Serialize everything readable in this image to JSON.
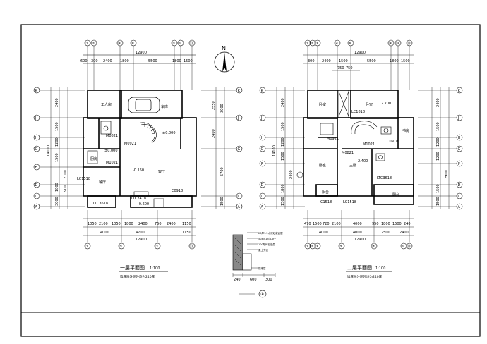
{
  "drawing": {
    "north_label": "N",
    "plan1": {
      "title": "一层平面图",
      "scale": "1:100",
      "note": "墙厚除注明外均为240厚",
      "top_total": "12900",
      "top_dims": [
        "600",
        "300",
        "2400",
        "1800",
        "5500",
        "1800",
        "1500"
      ],
      "top_axes": [
        "①",
        "②",
        "④",
        "⑥",
        "⑨",
        "⑩",
        "⑪"
      ],
      "bottom_dims_row1": [
        "1050",
        "2100",
        "1050",
        "1800",
        "2400",
        "750",
        "2400",
        "1150"
      ],
      "bottom_dims_row2": [
        "4000",
        "4700",
        "1150"
      ],
      "bottom_total": "12900",
      "bottom_axes": [
        "①",
        "⑤",
        "⑦",
        "⑪"
      ],
      "left_axes": [
        "K",
        "J",
        "H",
        "G",
        "E",
        "D",
        "C",
        "A"
      ],
      "right_axes": [
        "K",
        "J",
        "G",
        "C",
        "A"
      ],
      "left_dims": [
        "2400",
        "1500",
        "1200",
        "1500",
        "2100",
        "900",
        "1800",
        "3000"
      ],
      "left_total": "14100",
      "right_dims": [
        "2550",
        "3000",
        "2400",
        "5700",
        "1500"
      ],
      "rooms": [
        "工人房",
        "客厅",
        "厨房",
        "餐厅",
        "车库"
      ],
      "levels": [
        "±0.000",
        "±0.000",
        "-0.150",
        "-0.600"
      ],
      "labels": [
        "M0921",
        "M1021",
        "LTC3618",
        "LTC2418",
        "M0821",
        "LC1518",
        "C0918"
      ]
    },
    "plan2": {
      "title": "二层平面图",
      "scale": "1:100",
      "note": "墙厚除注明外均为240厚",
      "top_total": "12900",
      "top_dims": [
        "300",
        "2400",
        "1500",
        "5500",
        "1800",
        "1500"
      ],
      "top_axes": [
        "①",
        "②",
        "③",
        "④",
        "⑥",
        "⑨",
        "⑩",
        "⑪"
      ],
      "top_sub_dims": [
        "750",
        "750"
      ],
      "bottom_dims_row1": [
        "470",
        "1500",
        "720",
        "2100",
        "4000",
        "950",
        "1800",
        "1500",
        "240"
      ],
      "bottom_dims_row2": [
        "4000",
        "4000",
        "2500",
        "2400"
      ],
      "bottom_total": "12900",
      "bottom_axes": [
        "①",
        "②",
        "③",
        "⑤",
        "⑦",
        "⑩",
        "⑪"
      ],
      "left_axes": [
        "K",
        "J",
        "H",
        "G",
        "F",
        "D",
        "C",
        "A"
      ],
      "right_axes": [
        "K",
        "J",
        "H",
        "G",
        "F",
        "D",
        "C",
        "A"
      ],
      "left_dims": [
        "2400",
        "1500",
        "1200",
        "1500",
        "2400",
        "1800",
        "1500"
      ],
      "left_total": "14100",
      "right_dims": [
        "2400",
        "1500",
        "1200",
        "1200",
        "2900",
        "1500",
        "1500"
      ],
      "rooms": [
        "卧室",
        "卧室",
        "卧室",
        "主卧",
        "书房",
        "阳台",
        "阳台"
      ],
      "levels": [
        "2.700",
        "2.400"
      ],
      "labels": [
        "M0921",
        "M0821",
        "M1021",
        "LC1818",
        "LC1518",
        "C1518",
        "C0918",
        "LTC3618"
      ]
    },
    "detail": {
      "layers": [
        "20厚1:2水泥砂浆面层",
        "50厚C15混凝土",
        "100厚碎石垫层",
        "素土夯实",
        "防潮层"
      ],
      "dims": [
        "240",
        "600",
        "300"
      ],
      "axis": "①"
    }
  }
}
